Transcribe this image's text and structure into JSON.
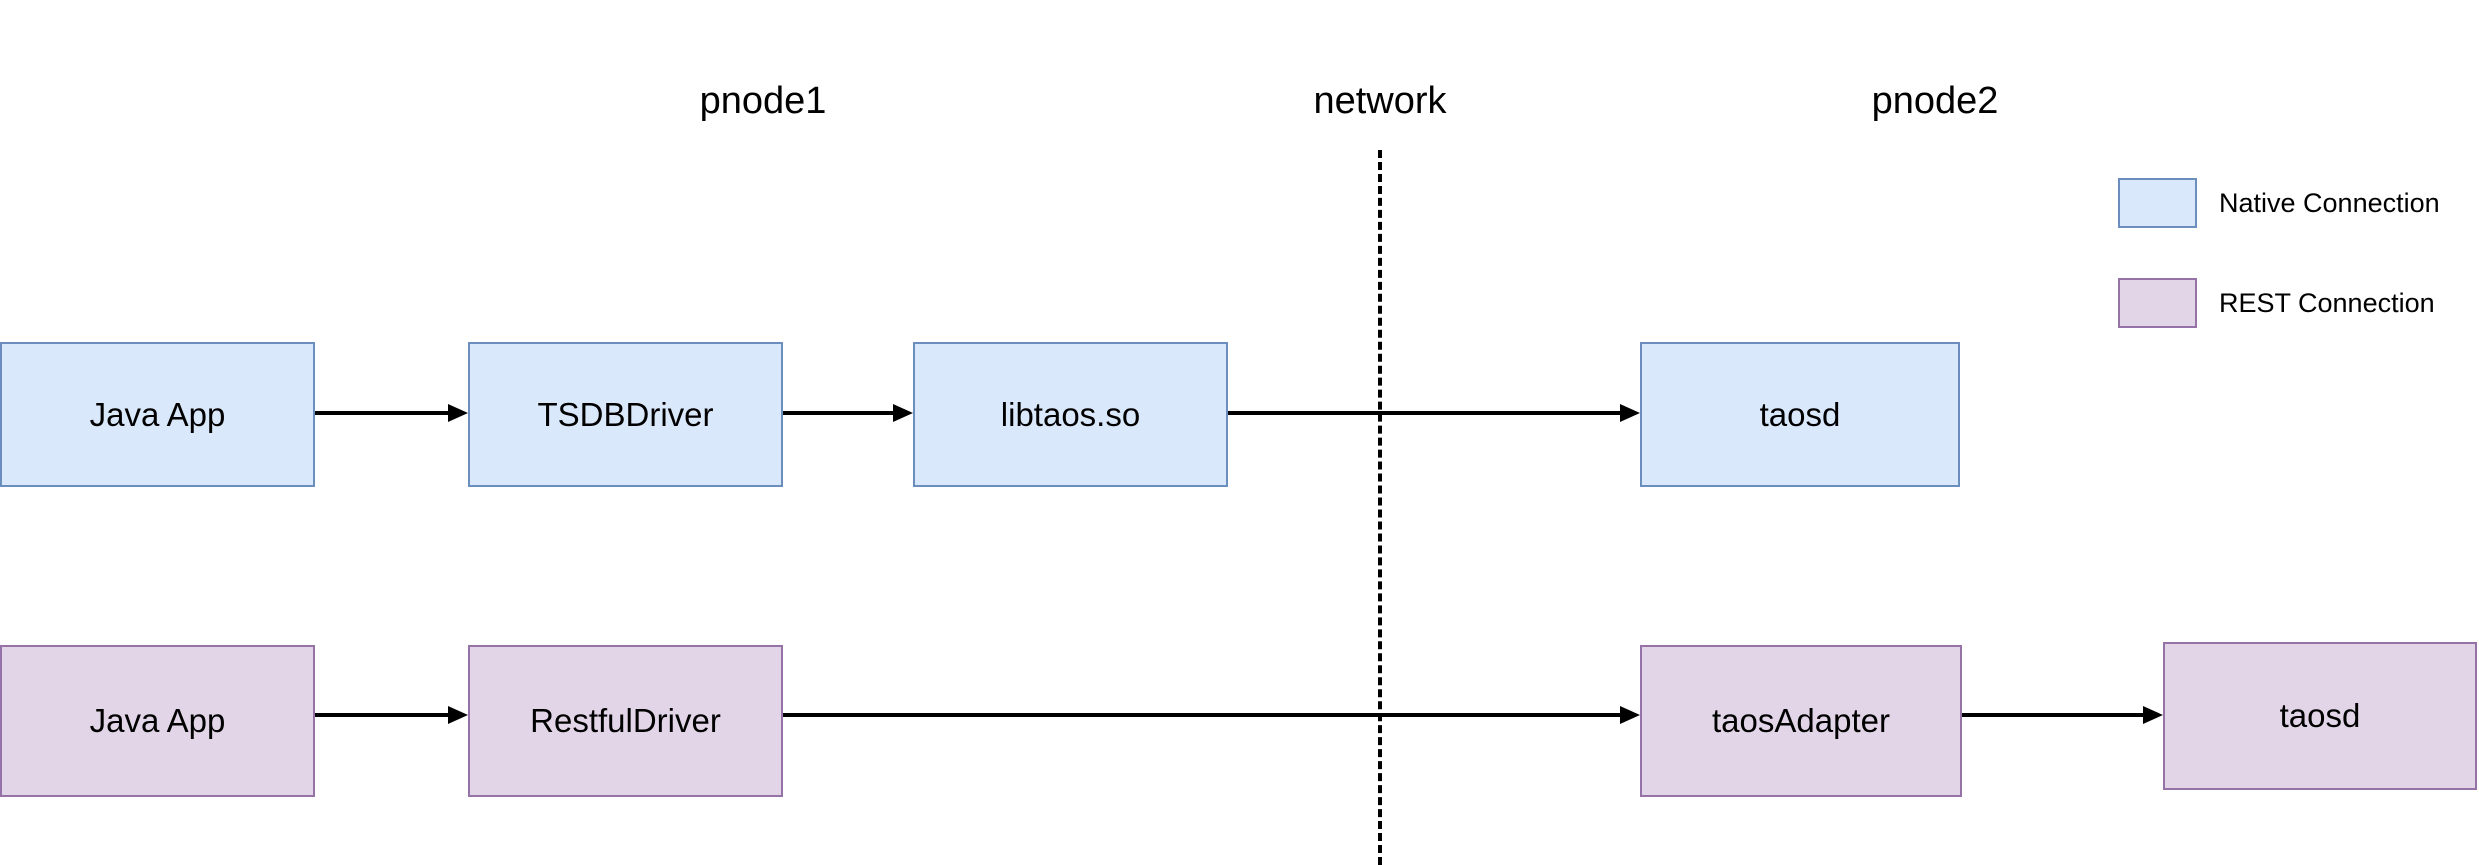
{
  "diagram": {
    "type": "architecture-flow-diagram",
    "zones": {
      "pnode1": "pnode1",
      "network": "network",
      "pnode2": "pnode2"
    },
    "legend": {
      "native": {
        "label": "Native Connection",
        "fill": "#dae8fc",
        "stroke": "#6c8ebf"
      },
      "rest": {
        "label": "REST Connection",
        "fill": "#e1d5e7",
        "stroke": "#9673a6"
      }
    },
    "native_row": {
      "connection_type": "Native Connection",
      "nodes": {
        "java_app": "Java App",
        "driver": "TSDBDriver",
        "lib": "libtaos.so",
        "server": "taosd"
      }
    },
    "rest_row": {
      "connection_type": "REST Connection",
      "nodes": {
        "java_app": "Java App",
        "driver": "RestfulDriver",
        "adapter": "taosAdapter",
        "server": "taosd"
      }
    },
    "connector_color": "#000000",
    "divider_style": "dashed"
  }
}
